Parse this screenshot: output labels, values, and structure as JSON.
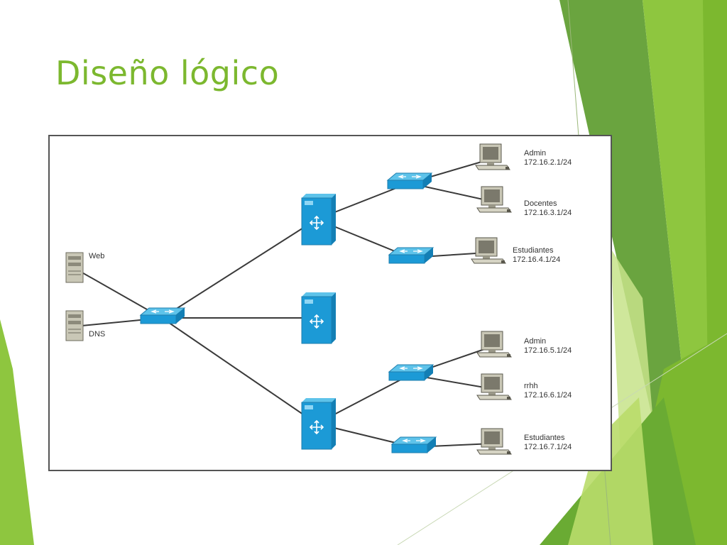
{
  "slide": {
    "title": "Diseño lógico",
    "accent_colors": [
      "#7cb82f",
      "#5a9a2a",
      "#8ec63f",
      "#b9dc6a",
      "#3f7f1e"
    ]
  },
  "diagram": {
    "servers": [
      {
        "id": "srv-web",
        "label": "Web"
      },
      {
        "id": "srv-dns",
        "label": "DNS"
      }
    ],
    "core_switch": {
      "id": "sw-core"
    },
    "routers": [
      {
        "id": "rt-top"
      },
      {
        "id": "rt-mid"
      },
      {
        "id": "rt-bot"
      }
    ],
    "access_switches": [
      {
        "id": "sw-a1"
      },
      {
        "id": "sw-a2"
      },
      {
        "id": "sw-b1"
      },
      {
        "id": "sw-b2"
      }
    ],
    "hosts": [
      {
        "id": "pc-1",
        "name": "Admin",
        "ip": "172.16.2.1/24"
      },
      {
        "id": "pc-2",
        "name": "Docentes",
        "ip": "172.16.3.1/24"
      },
      {
        "id": "pc-3",
        "name": "Estudiantes",
        "ip": "172.16.4.1/24"
      },
      {
        "id": "pc-4",
        "name": "Admin",
        "ip": "172.16.5.1/24"
      },
      {
        "id": "pc-5",
        "name": "rrhh",
        "ip": "172.16.6.1/24"
      },
      {
        "id": "pc-6",
        "name": "Estudiantes",
        "ip": "172.16.7.1/24"
      }
    ],
    "links": [
      [
        "srv-web",
        "sw-core"
      ],
      [
        "srv-dns",
        "sw-core"
      ],
      [
        "sw-core",
        "rt-top"
      ],
      [
        "sw-core",
        "rt-mid"
      ],
      [
        "sw-core",
        "rt-bot"
      ],
      [
        "rt-top",
        "sw-a1"
      ],
      [
        "rt-top",
        "sw-a2"
      ],
      [
        "rt-bot",
        "sw-b1"
      ],
      [
        "rt-bot",
        "sw-b2"
      ],
      [
        "sw-a1",
        "pc-1"
      ],
      [
        "sw-a1",
        "pc-2"
      ],
      [
        "sw-a2",
        "pc-3"
      ],
      [
        "sw-b1",
        "pc-4"
      ],
      [
        "sw-b1",
        "pc-5"
      ],
      [
        "sw-b2",
        "pc-6"
      ]
    ]
  }
}
